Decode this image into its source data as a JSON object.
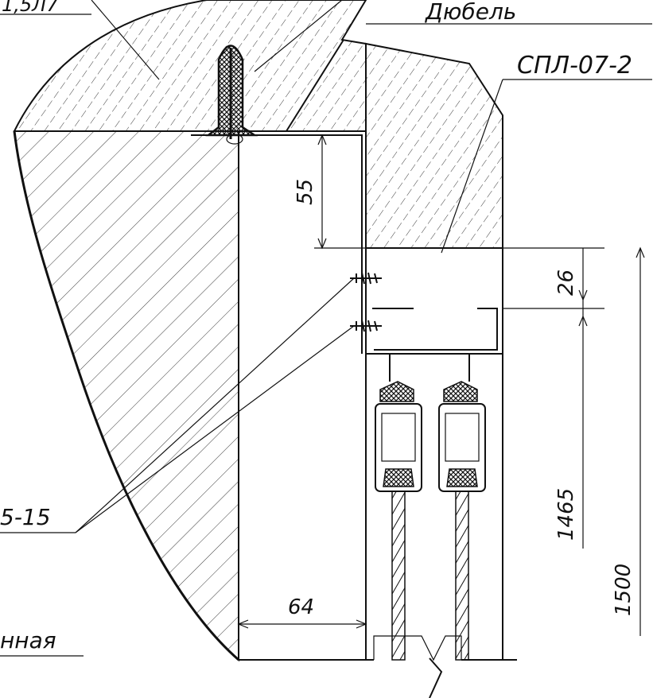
{
  "labels": {
    "top_left_partial": "1,5Л7",
    "dowel": "Дюбель",
    "profile_code": "СПЛ-07-2",
    "screw_partial": "5-15",
    "bottom_left_partial": "нная"
  },
  "dimensions": {
    "gap_top": "55",
    "gap_channel": "26",
    "width_bottom": "64",
    "height_inner": "1465",
    "height_total": "1500"
  },
  "icons": [
    "dowel-icon",
    "screw-icon",
    "glass-pane-icon"
  ]
}
